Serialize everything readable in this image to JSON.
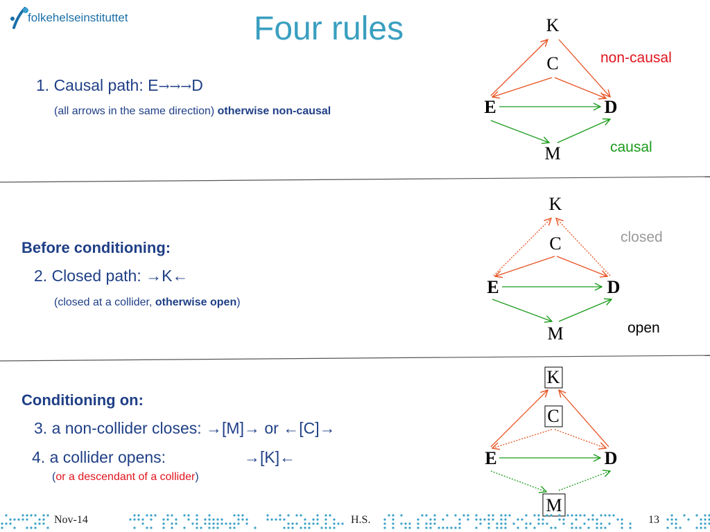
{
  "header": {
    "logo_text": "folkehelseinstituttet",
    "title": "Four rules"
  },
  "rule1": {
    "line_prefix": "1. Causal path: E",
    "line_arrows": "→→→",
    "line_suffix": "D",
    "note": "(all arrows in the same direction) ",
    "note_bold": "otherwise non-causal"
  },
  "section2": {
    "heading": "Before conditioning:",
    "line_prefix": "2. Closed path: ",
    "line_path": "→K←",
    "note_prefix": "(closed at a collider, ",
    "note_bold": "otherwise open",
    "note_suffix": ")"
  },
  "section3": {
    "heading": "Conditioning on:",
    "rule3_prefix": "3. a non-collider closes: ",
    "rule3_path1": "→[M]→",
    "rule3_or": " or ",
    "rule3_path2": "←[C]→",
    "rule4_prefix": "4. a collider opens:",
    "rule4_path": "→[K]←",
    "note_open": "(",
    "note_red": "or a descendant of a collider",
    "note_close": ")"
  },
  "diagram_labels": {
    "noncausal": "non-causal",
    "causal": "causal",
    "closed": "closed",
    "open": "open"
  },
  "nodes": {
    "K": "K",
    "C": "C",
    "E": "E",
    "D": "D",
    "M": "M"
  },
  "footer": {
    "date": "Nov-14",
    "author": "H.S.",
    "page": "13"
  },
  "colors": {
    "title": "#3a9fc0",
    "body_text": "#1f3f86",
    "causal_arrow": "#1a9a1a",
    "noncausal_arrow": "#e8501e",
    "highlight": "#e0141e",
    "closed_label": "#9a9a9a"
  }
}
